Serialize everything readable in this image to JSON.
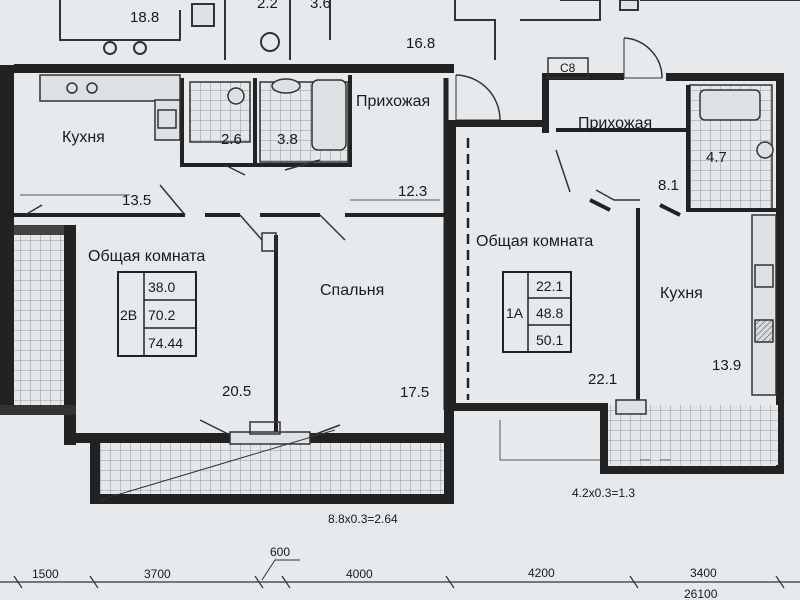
{
  "areas_top": {
    "a": "18.8",
    "b": "2.2",
    "c": "3.6",
    "d": "16.8"
  },
  "left_apartment": {
    "kitchen_name": "Кухня",
    "kitchen_area": "13.5",
    "hall_name": "Прихожая",
    "bath_area": "2.6",
    "wc_area": "3.8",
    "hall_area": "12.3",
    "living_name": "Общая комната",
    "living_area": "20.5",
    "bedroom_name": "Спальня",
    "bedroom_area": "17.5",
    "type": "2В",
    "table": [
      "38.0",
      "70.2",
      "74.44"
    ],
    "balcony_note": "8.8x0.3=2.64"
  },
  "right_apartment": {
    "hall_name": "Прихожая",
    "hall_area": "8.1",
    "bath_area": "4.7",
    "living_name": "Общая комната",
    "living_area": "22.1",
    "kitchen_name": "Кухня",
    "kitchen_area": "13.9",
    "type": "1А",
    "table": [
      "22.1",
      "48.8",
      "50.1"
    ],
    "balcony_note": "4.2x0.3=1.3",
    "shaft_label": "С8"
  },
  "dimensions": [
    "1500",
    "3700",
    "600",
    "4000",
    "4200",
    "3400",
    "26100"
  ]
}
